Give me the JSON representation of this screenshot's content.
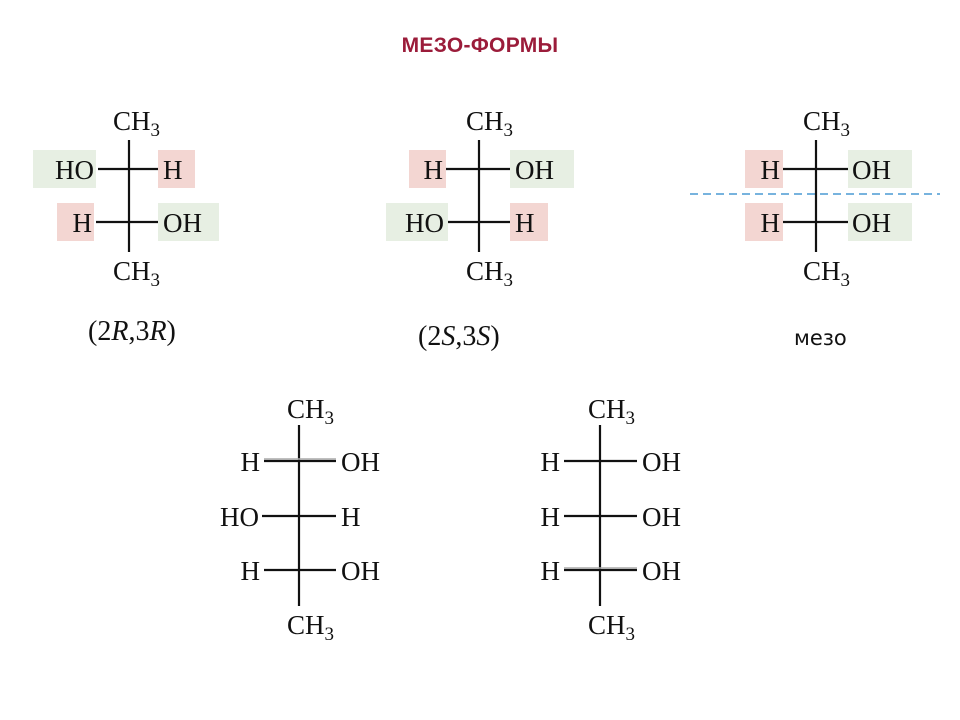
{
  "title": "МЕЗО-ФОРМЫ",
  "colors": {
    "title": "#9b1c3a",
    "box_red": "#f3d6d2",
    "box_green": "#e7efe3",
    "mirror_line": "#4a9ad3"
  },
  "top_row": [
    {
      "top": "CH",
      "top_sub": "3",
      "rows": [
        {
          "left": "HO",
          "right": "H"
        },
        {
          "left": "H",
          "right": "OH"
        }
      ],
      "bottom": "CH",
      "bottom_sub": "3",
      "config": {
        "open": "(2",
        "a": "R",
        "mid": ",3",
        "b": "R",
        "close": ")"
      }
    },
    {
      "top": "CH",
      "top_sub": "3",
      "rows": [
        {
          "left": "H",
          "right": "OH"
        },
        {
          "left": "HO",
          "right": "H"
        }
      ],
      "bottom": "CH",
      "bottom_sub": "3",
      "config": {
        "open": "(2",
        "a": "S",
        "mid": ",3",
        "b": "S",
        "close": ")"
      }
    },
    {
      "top": "CH",
      "top_sub": "3",
      "rows": [
        {
          "left": "H",
          "right": "OH"
        },
        {
          "left": "H",
          "right": "OH"
        }
      ],
      "bottom": "CH",
      "bottom_sub": "3",
      "note": "мезо"
    }
  ],
  "bottom_row": [
    {
      "top": "CH",
      "top_sub": "3",
      "rows": [
        {
          "left": "H",
          "right": "OH"
        },
        {
          "left": "HO",
          "right": "H"
        },
        {
          "left": "H",
          "right": "OH"
        }
      ],
      "bottom": "CH",
      "bottom_sub": "3"
    },
    {
      "top": "CH",
      "top_sub": "3",
      "rows": [
        {
          "left": "H",
          "right": "OH"
        },
        {
          "left": "H",
          "right": "OH"
        },
        {
          "left": "H",
          "right": "OH"
        }
      ],
      "bottom": "CH",
      "bottom_sub": "3"
    }
  ]
}
